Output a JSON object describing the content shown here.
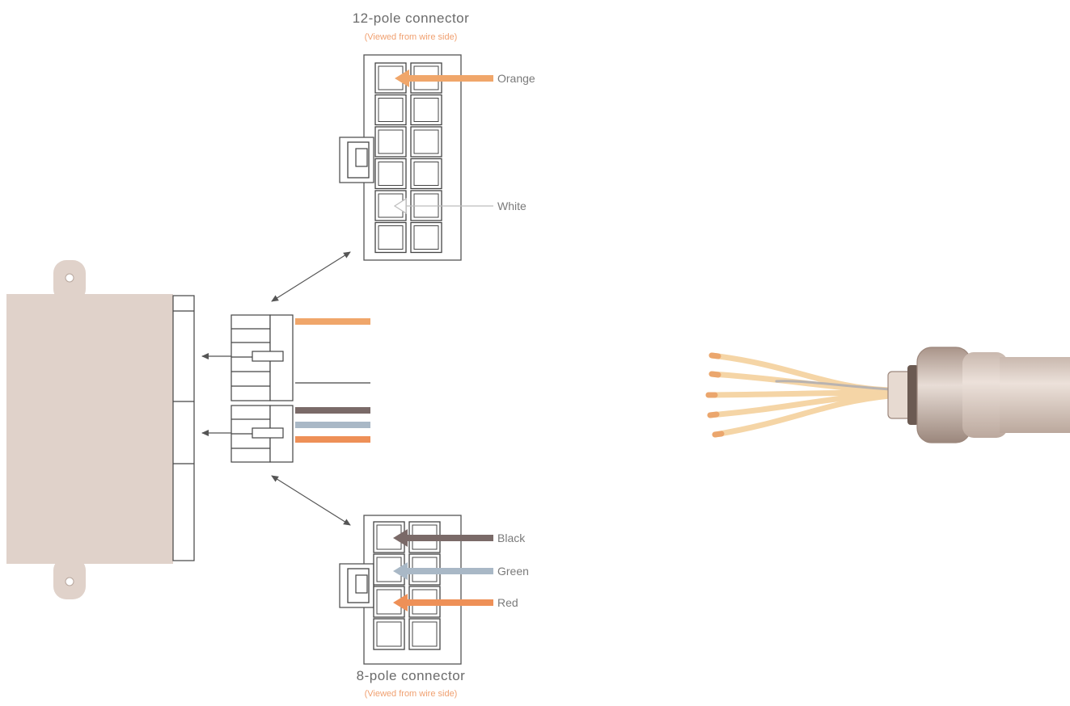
{
  "connector_12": {
    "title": "12-pole connector",
    "subtitle": "(Viewed from wire side)",
    "wires": [
      {
        "label": "Orange",
        "color": "#f0a66a"
      },
      {
        "label": "White",
        "color": "#bdbdbd"
      }
    ]
  },
  "connector_8": {
    "title": "8-pole connector",
    "subtitle": "(Viewed from wire side)",
    "wires": [
      {
        "label": "Black",
        "color": "#7a6a68"
      },
      {
        "label": "Green",
        "color": "#a9b8c6"
      },
      {
        "label": "Red",
        "color": "#ee9057"
      }
    ]
  },
  "colors": {
    "unit_body": "#e0d2ca",
    "cable_body": "#d6c6bd",
    "wire_bundle": "#f5d5a6",
    "arrow": "#555555"
  }
}
